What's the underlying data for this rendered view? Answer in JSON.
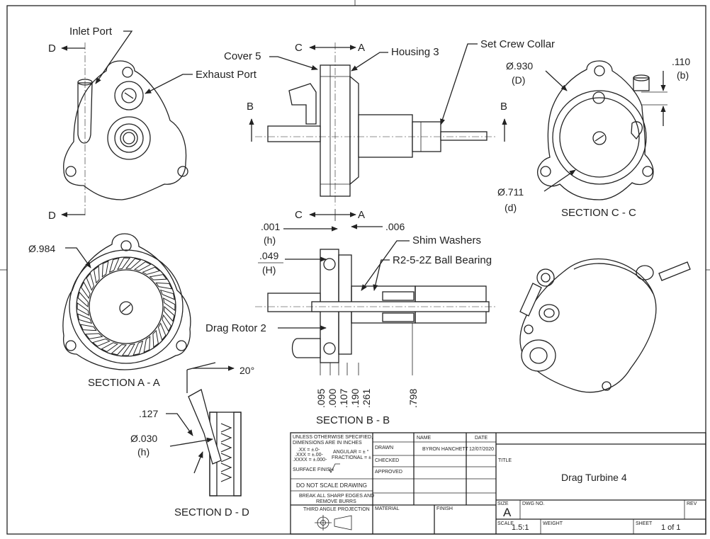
{
  "labels": {
    "inlet_port": "Inlet Port",
    "exhaust_port": "Exhaust Port",
    "cover": "Cover 5",
    "housing": "Housing 3",
    "set_screw_collar": "Set Crew Collar",
    "shim_washers": "Shim Washers",
    "ball_bearing": "R2-5-2Z Ball Bearing",
    "drag_rotor": "Drag Rotor 2"
  },
  "section_markers": {
    "a": "A",
    "b": "B",
    "c": "C",
    "d": "D"
  },
  "section_titles": {
    "aa": "SECTION A - A",
    "bb": "SECTION B - B",
    "cc": "SECTION C - C",
    "dd": "SECTION D - D"
  },
  "dimensions": {
    "d984": "Ø.984",
    "d930": "Ø.930",
    "d930_tag": "(D)",
    "d711": "Ø.711",
    "d711_tag": "(d)",
    "d110": ".110",
    "d110_tag": "(b)",
    "d001": ".001",
    "d001_tag": "(h)",
    "d006": ".006",
    "d049": ".049",
    "d049_tag": "(H)",
    "d095": ".095",
    "d000": ".000",
    "d107": ".107",
    "d190": ".190",
    "d261": ".261",
    "d798": ".798",
    "angle20": "20°",
    "d127": ".127",
    "d030": "Ø.030",
    "d030_tag": "(h)"
  },
  "title_block": {
    "note_line1": "UNLESS OTHERWISE SPECIFIED,",
    "note_line2": "DIMENSIONS ARE IN INCHES",
    "tol1": ".XX = ±.0-",
    "tol2": ".XXX = ±.00-",
    "tol3": ".XXXX = ±.000-",
    "angular": "ANGULAR = ± °",
    "fractional": "FRACTIONAL = ±",
    "surface_finish": "SURFACE FINISH",
    "do_not_scale": "DO NOT SCALE DRAWING",
    "break_edges_1": "BREAK ALL SHARP EDGES AND",
    "break_edges_2": "REMOVE BURRS",
    "third_angle": "THIRD ANGLE PROJECTION",
    "col_name": "NAME",
    "col_date": "DATE",
    "row_drawn": "DRAWN",
    "drawn_name": "BYRON HANCHETT",
    "drawn_date": "12/07/2020",
    "row_checked": "CHECKED",
    "row_approved": "APPROVED",
    "material": "MATERIAL",
    "finish": "FINISH",
    "title_label": "TITLE",
    "title": "Drag Turbine 4",
    "size_label": "SIZE",
    "size": "A",
    "dwg_no_label": "DWG NO.",
    "rev_label": "REV",
    "scale_label": "SCALE",
    "scale": "1.5:1",
    "weight_label": "WEIGHT",
    "sheet_label": "SHEET",
    "sheet": "1 of 1"
  }
}
